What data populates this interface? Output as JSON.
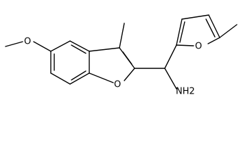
{
  "structure": {
    "atoms": {
      "methoxy_oxygen": "O",
      "benzofuran_oxygen": "O",
      "furan_oxygen": "O",
      "amine": "NH2"
    },
    "colors": {
      "bond": "#000000",
      "text": "#000000",
      "background": "#ffffff"
    }
  }
}
